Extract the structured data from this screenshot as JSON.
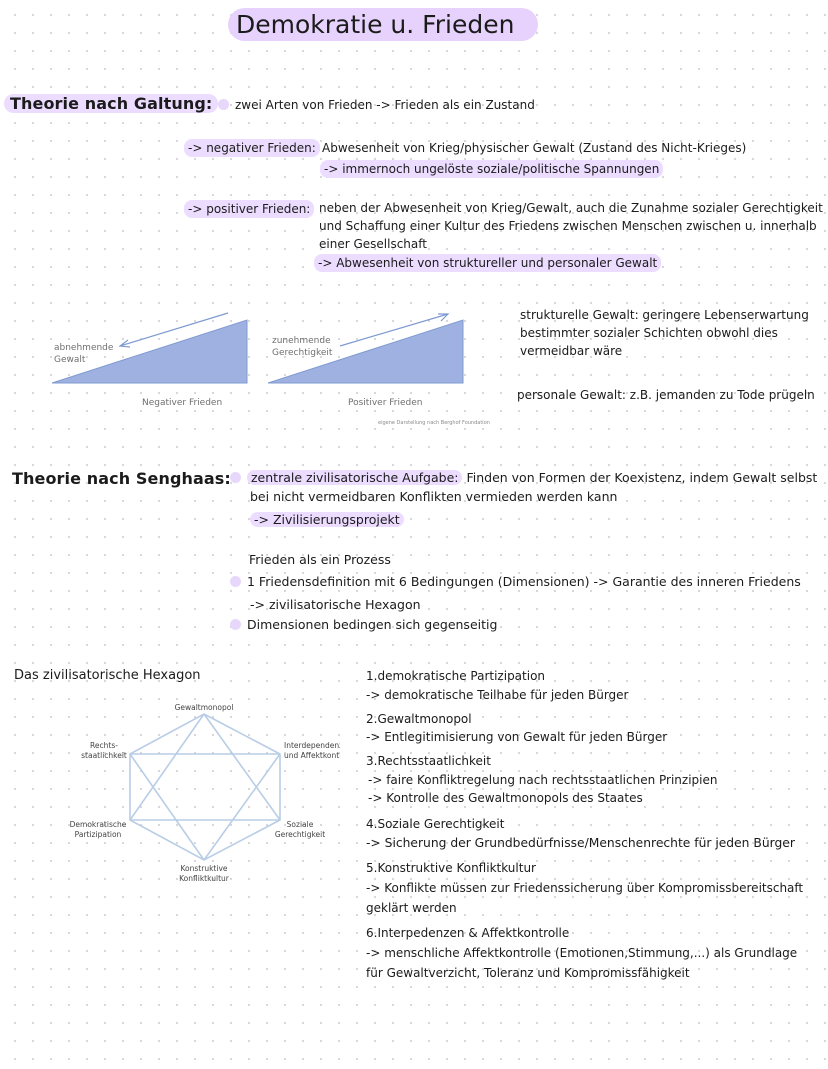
{
  "title": "Demokratie u. Frieden",
  "galtung": {
    "heading": "Theorie nach Galtung:",
    "intro": "zwei Arten von Frieden -> Frieden als ein Zustand",
    "negative_label": "-> negativer Frieden:",
    "negative_def": "Abwesenheit von Krieg/physischer Gewalt  (Zustand des Nicht-Krieges)",
    "negative_sub": "-> immernoch ungelöste soziale/politische Spannungen",
    "positive_label": "-> positiver Frieden:",
    "positive_def_1": "neben der Abwesenheit von Krieg/Gewalt, auch die Zunahme sozialer Gerechtigkeit",
    "positive_def_2": "und Schaffung einer Kultur des Friedens zwischen Menschen zwischen u. innerhalb",
    "positive_def_3": "einer Gesellschaft",
    "positive_sub": "-> Abwesenheit von struktureller und personaler Gewalt"
  },
  "diagram": {
    "left_label_1": "abnehmende",
    "left_label_2": "Gewalt",
    "left_caption": "Negativer Frieden",
    "right_label_1": "zunehmende",
    "right_label_2": "Gerechtigkeit",
    "right_caption": "Positiver Frieden",
    "source": "eigene Darstellung nach Berghof Foundation",
    "fill_color": "#9fb1e0",
    "arrow_color": "#7f9ad0"
  },
  "gewalt": {
    "strukturell_1": "strukturelle Gewalt: geringere Lebenserwartung",
    "strukturell_2": "bestimmter sozialer Schichten obwohl dies",
    "strukturell_3": "vermeidbar wäre",
    "personal": "personale Gewalt: z.B. jemanden zu Tode prügeln"
  },
  "senghaas": {
    "heading": "Theorie nach Senghaas:",
    "aufgabe_label": "zentrale zivilisatorische Aufgabe:",
    "aufgabe_text": " Finden von Formen der Koexistenz, indem Gewalt selbst",
    "aufgabe_text_2": "bei nicht vermeidbaren Konflikten vermieden werden kann",
    "projekt": "-> Zivilisierungsprojekt",
    "prozess": "Frieden als ein Prozess",
    "definition": "1 Friedensdefinition mit 6 Bedingungen (Dimensionen) -> Garantie des inneren Friedens",
    "hexagon_ref": "-> zivilisatorische Hexagon",
    "dimensionen": "Dimensionen bedingen sich gegenseitig"
  },
  "hexagon": {
    "title": "Das zivilisatorische Hexagon",
    "top": "Gewaltmonopol",
    "upper_right_1": "Interdependenzen",
    "upper_right_2": "und Affektkontrolle",
    "lower_right_1": "Soziale",
    "lower_right_2": "Gerechtigkeit",
    "bottom_1": "Konstruktive",
    "bottom_2": "Konfliktkultur",
    "lower_left_1": "Demokratische",
    "lower_left_2": "Partizipation",
    "upper_left_1": "Rechts-",
    "upper_left_2": "staatlichkeit",
    "line_color": "#b9cde6"
  },
  "dimensions": {
    "d1_title": "1.demokratische Partizipation",
    "d1_text": "-> demokratische Teilhabe für jeden Bürger",
    "d2_title": "2.Gewaltmonopol",
    "d2_text": "-> Entlegitimisierung von Gewalt für jeden Bürger",
    "d3_title": "3.Rechtsstaatlichkeit",
    "d3_text_1": "-> faire Konfliktregelung nach rechtsstaatlichen Prinzipien",
    "d3_text_2": "-> Kontrolle des Gewaltmonopols des Staates",
    "d4_title": "4.Soziale Gerechtigkeit",
    "d4_text": "-> Sicherung der Grundbedürfnisse/Menschenrechte für jeden Bürger",
    "d5_title": "5.Konstruktive Konfliktkultur",
    "d5_text_1": "-> Konflikte müssen zur Friedenssicherung über Kompromissbereitschaft",
    "d5_text_2": "geklärt werden",
    "d6_title": "6.Interpedenzen & Affektkontrolle",
    "d6_text_1": "-> menschliche Affektkontrolle (Emotionen,Stimmung,...) als Grundlage",
    "d6_text_2": "für Gewaltverzicht, Toleranz und Kompromissfähigkeit"
  },
  "colors": {
    "highlight": "#ecdcff",
    "title_highlight": "#e6d2fc"
  }
}
